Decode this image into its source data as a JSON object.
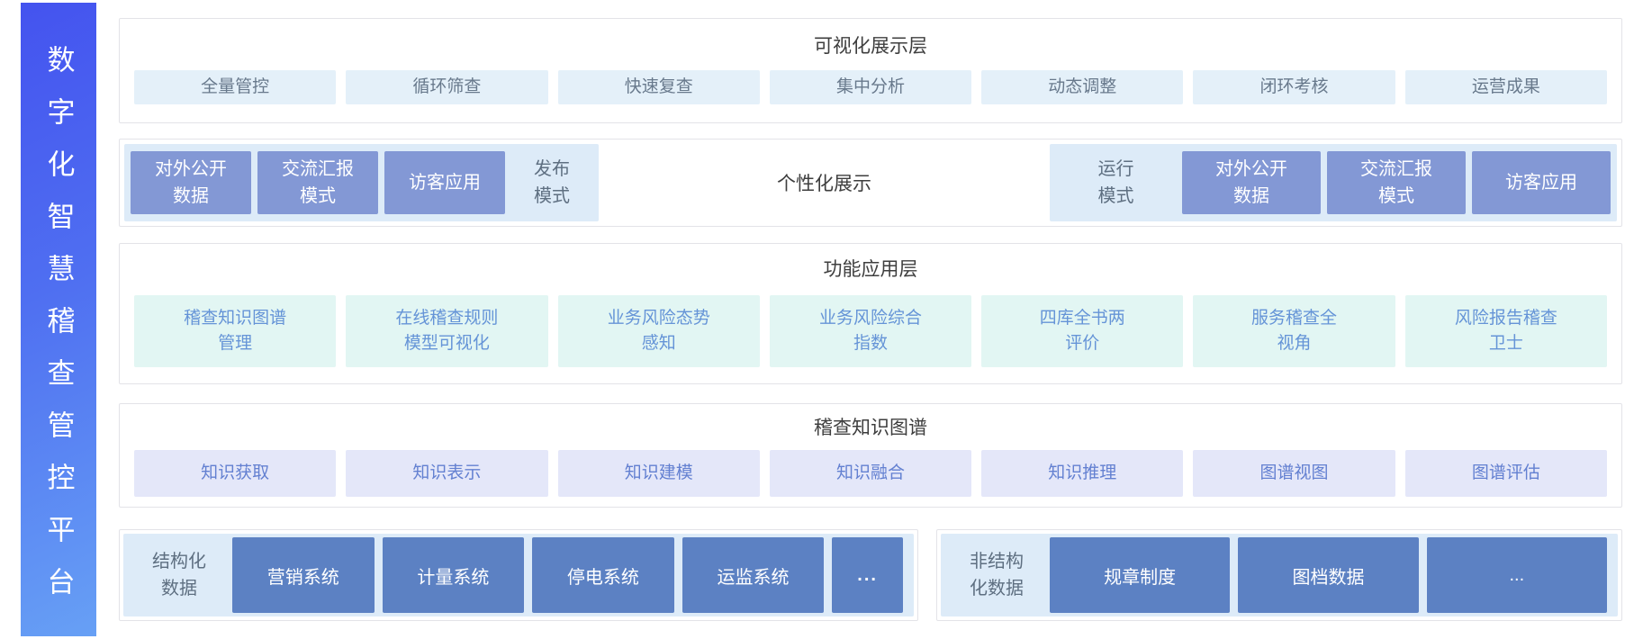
{
  "sidebar": {
    "title": "数字化智慧稽查管控平台"
  },
  "visual_layer": {
    "title": "可视化展示层",
    "items": [
      "全量管控",
      "循环筛查",
      "快速复查",
      "集中分析",
      "动态调整",
      "闭环考核",
      "运营成果"
    ]
  },
  "display_mode_layer": {
    "publish_panel": {
      "blocks": [
        "对外公开\n数据",
        "交流汇报\n模式",
        "访客应用"
      ],
      "label": "发布\n模式"
    },
    "center_label": "个性化展示",
    "run_panel": {
      "label": "运行\n模式",
      "blocks": [
        "对外公开\n数据",
        "交流汇报\n模式",
        "访客应用"
      ]
    }
  },
  "function_layer": {
    "title": "功能应用层",
    "items": [
      "稽查知识图谱\n管理",
      "在线稽查规则\n模型可视化",
      "业务风险态势\n感知",
      "业务风险综合\n指数",
      "四库全书两\n评价",
      "服务稽查全\n视角",
      "风险报告稽查\n卫士"
    ]
  },
  "knowledge_layer": {
    "title": "稽查知识图谱",
    "items": [
      "知识获取",
      "知识表示",
      "知识建模",
      "知识融合",
      "知识推理",
      "图谱视图",
      "图谱评估"
    ]
  },
  "data_layer": {
    "structured": {
      "label": "结构化\n数据",
      "blocks": [
        "营销系统",
        "计量系统",
        "停电系统",
        "运监系统"
      ],
      "more": "..."
    },
    "unstructured": {
      "label": "非结构\n化数据",
      "blocks": [
        "规章制度",
        "图档数据"
      ],
      "more": "..."
    }
  },
  "colors": {
    "sidebar_gradient_start": "#4453ef",
    "sidebar_gradient_end": "#67a0f5",
    "box_border": "#e3e3e8",
    "chip_blue_bg": "#e4f0f9",
    "chip_blue_text": "#68798c",
    "chip_mint_bg": "#e2f6f3",
    "chip_mint_text": "#6594d7",
    "chip_lavender_bg": "#e4e7f9",
    "chip_lavender_text": "#6380d1",
    "panel_light_blue_bg": "#ddebf8",
    "mode_block_bg": "#8398d5",
    "data_block_bg": "#5c81c3",
    "title_text": "#3e3e3e",
    "label_text": "#5e6f81"
  }
}
